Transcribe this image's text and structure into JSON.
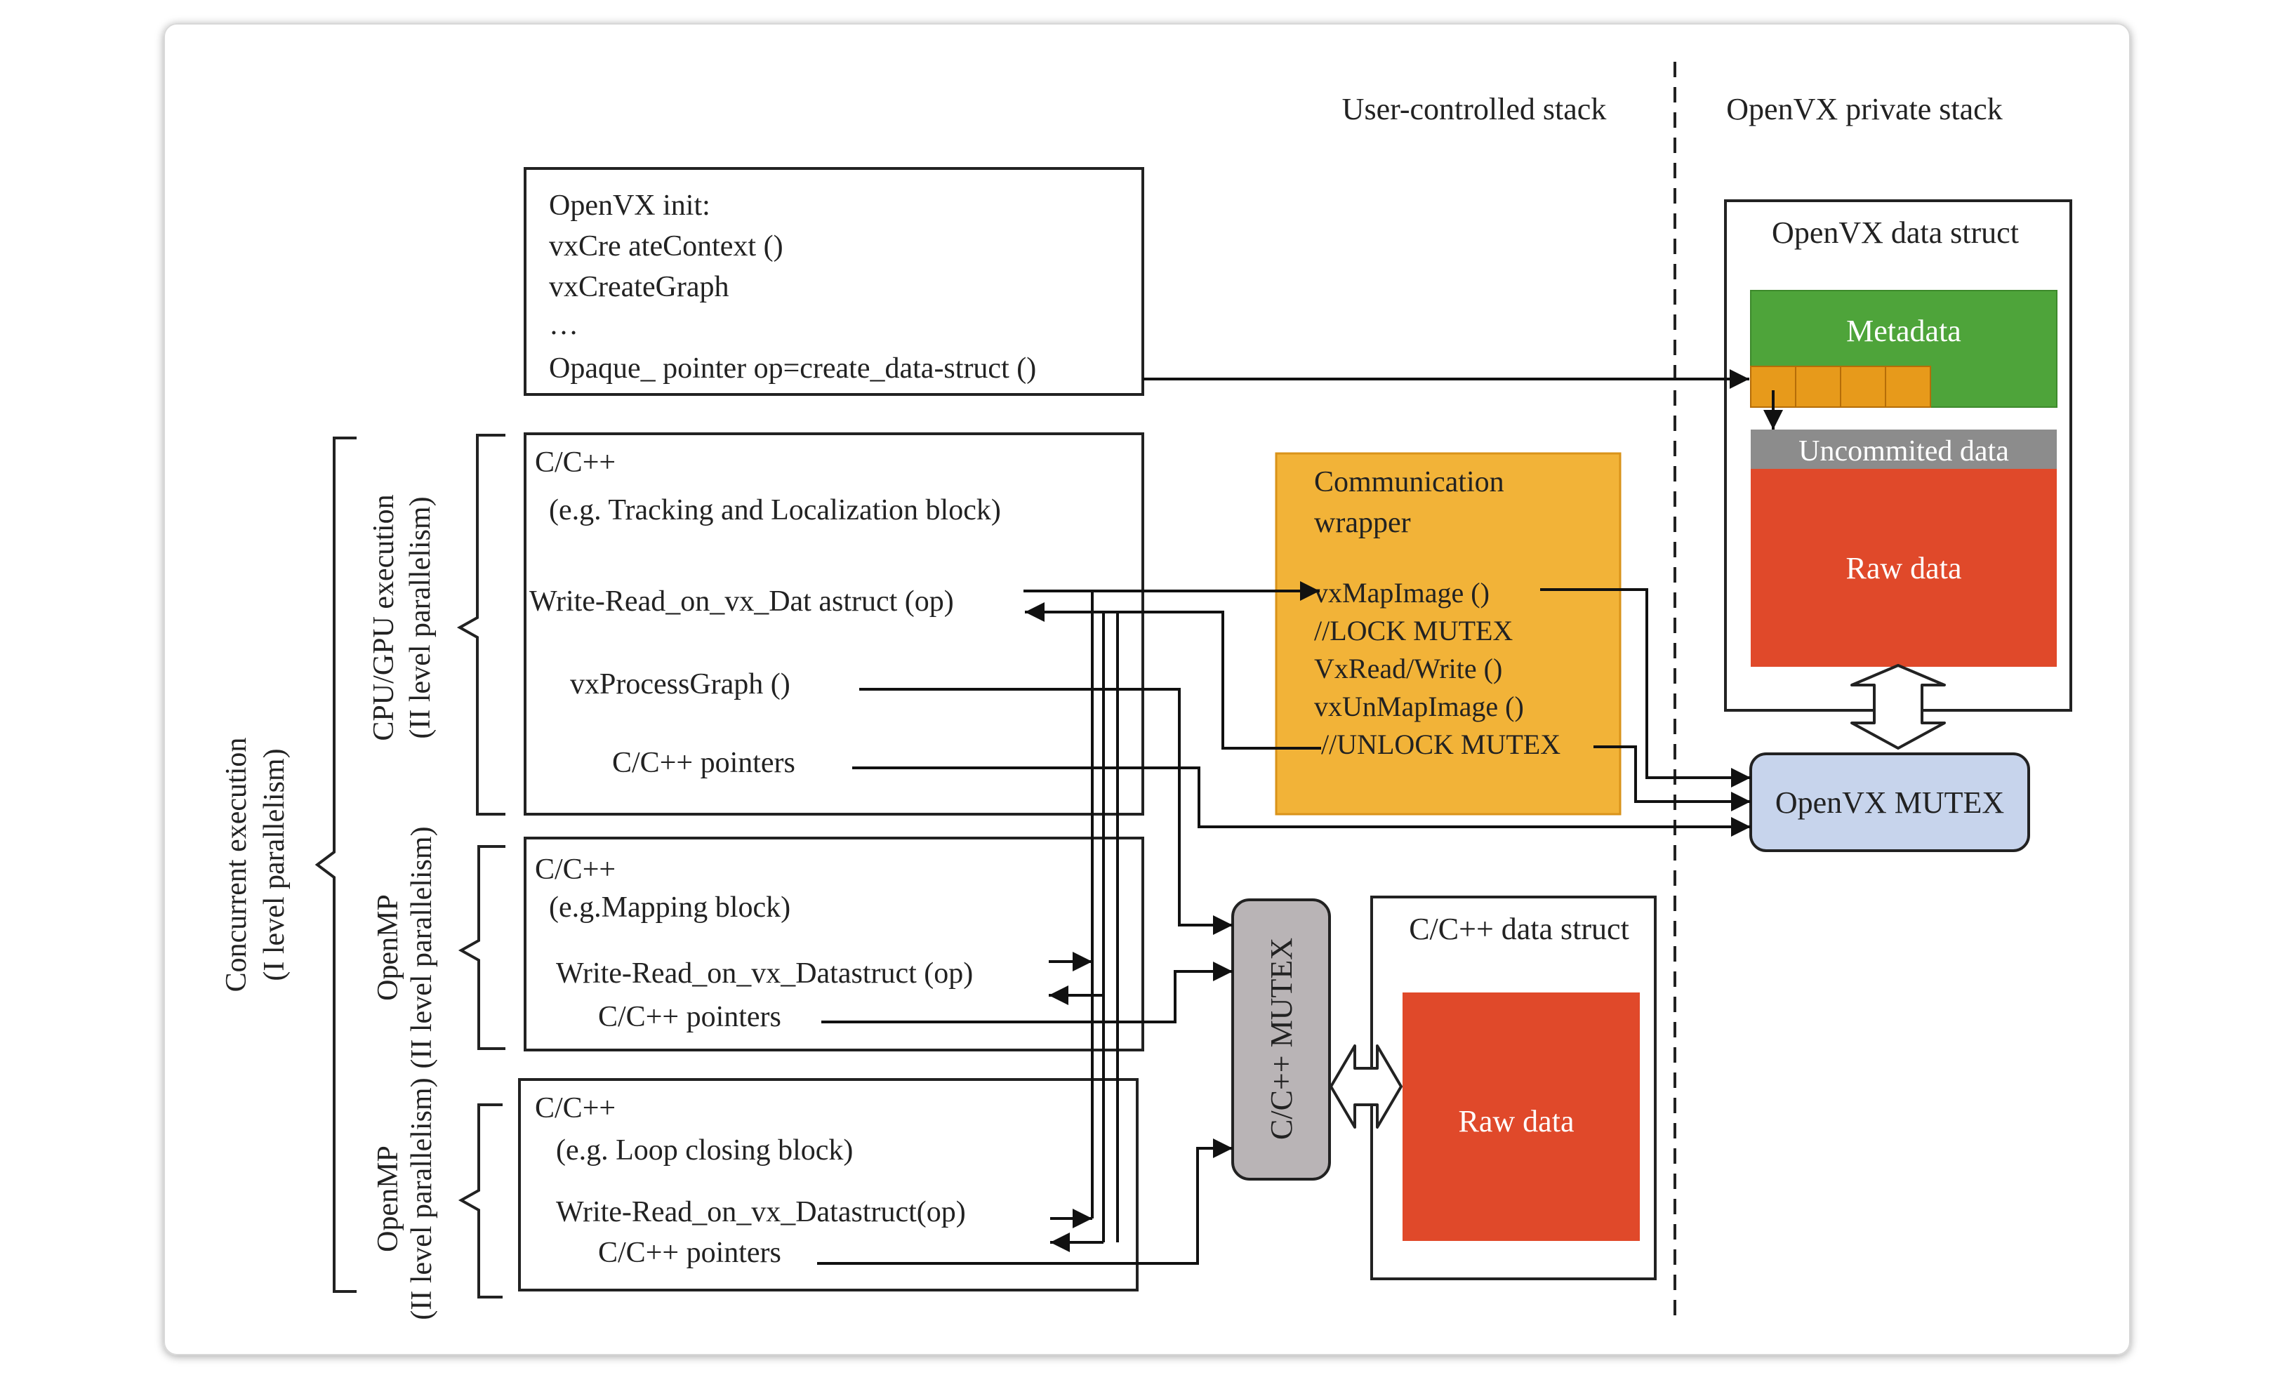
{
  "headers": {
    "user_stack": "User-controlled stack",
    "private_stack": "OpenVX private stack"
  },
  "init_box": {
    "lines": [
      "OpenVX init:",
      "vxCre ateContext ()",
      "vxCreateGraph",
      "…",
      "Opaque_ pointer op=create_data-struct ()"
    ]
  },
  "block1": {
    "line1": "C/C++",
    "line2": "(e.g. Tracking and Localization block)",
    "write_read": "Write-Read_on_vx_Dat astruct (op)",
    "process": "vxProcessGraph ()",
    "pointers": "C/C++ pointers"
  },
  "block2": {
    "line1": "C/C++",
    "line2": "(e.g.Mapping block)",
    "write_read": "Write-Read_on_vx_Datastruct (op)",
    "pointers": "C/C++ pointers"
  },
  "block3": {
    "line1": "C/C++",
    "line2": "(e.g. Loop closing block)",
    "write_read": "Write-Read_on_vx_Datastruct(op)",
    "pointers": "C/C++ pointers"
  },
  "side_labels": {
    "cpu_gpu_1": "CPU/GPU execution",
    "cpu_gpu_2": "(II level parallelism)",
    "openmp_a1": "OpenMP",
    "openmp_a2": "(II level parallelism)",
    "openmp_b1": "OpenMP",
    "openmp_b2": "(II level parallelism)",
    "concurrent_1": "Concurrent execution",
    "concurrent_2": "(I level parallelism)"
  },
  "comm_wrapper": {
    "title1": "Communication",
    "title2": "wrapper",
    "lines": [
      "vxMapImage ()",
      "//LOCK MUTEX",
      "VxRead/Write ()",
      "vxUnMapImage ()",
      "//UNLOCK MUTEX"
    ]
  },
  "openvx_struct": {
    "title": "OpenVX data struct",
    "metadata": "Metadata",
    "uncommitted": "Uncommited data",
    "raw": "Raw data"
  },
  "openvx_mutex": "OpenVX MUTEX",
  "cpp_mutex": "C/C++ MUTEX",
  "cpp_struct": {
    "title": "C/C++ data struct",
    "raw": "Raw data"
  },
  "colors": {
    "metadata_green": "#4ea43a",
    "raw_red": "#e0492a",
    "uncommitted_gray": "#8c8c8c",
    "wrapper_orange": "#f2b338",
    "mutex_blue": "#c7d4ec",
    "cpp_mutex_gray": "#b9b4b6",
    "buffer_orange": "#e79a1b"
  }
}
